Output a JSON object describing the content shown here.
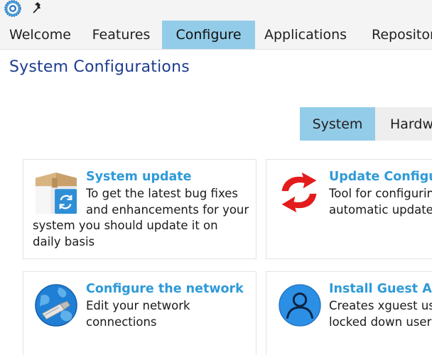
{
  "tabs": [
    {
      "label": "Welcome",
      "active": false
    },
    {
      "label": "Features",
      "active": false
    },
    {
      "label": "Configure",
      "active": true
    },
    {
      "label": "Applications",
      "active": false
    },
    {
      "label": "Repositor",
      "active": false
    }
  ],
  "page_title": "System Configurations",
  "subtabs": [
    {
      "label": "System",
      "active": true
    },
    {
      "label": "Hardw",
      "active": false
    }
  ],
  "cards": [
    {
      "title": "System update",
      "description": "To get the latest bug fixes and enhancements for your system you should update it on daily basis",
      "icon": "package-update-icon"
    },
    {
      "title": "Update Configur",
      "description": "Tool for configurin automatic updates",
      "icon": "refresh-arrows-icon"
    },
    {
      "title": "Configure the network",
      "description": "Edit your network connections",
      "icon": "network-globe-icon"
    },
    {
      "title": "Install Guest Acc",
      "description": "Creates xguest use locked down user",
      "icon": "user-account-icon"
    }
  ],
  "colors": {
    "accent": "#93cce8",
    "title_blue": "#1e3d8f",
    "card_title": "#2e9ad8",
    "update_red": "#e31b1b"
  }
}
